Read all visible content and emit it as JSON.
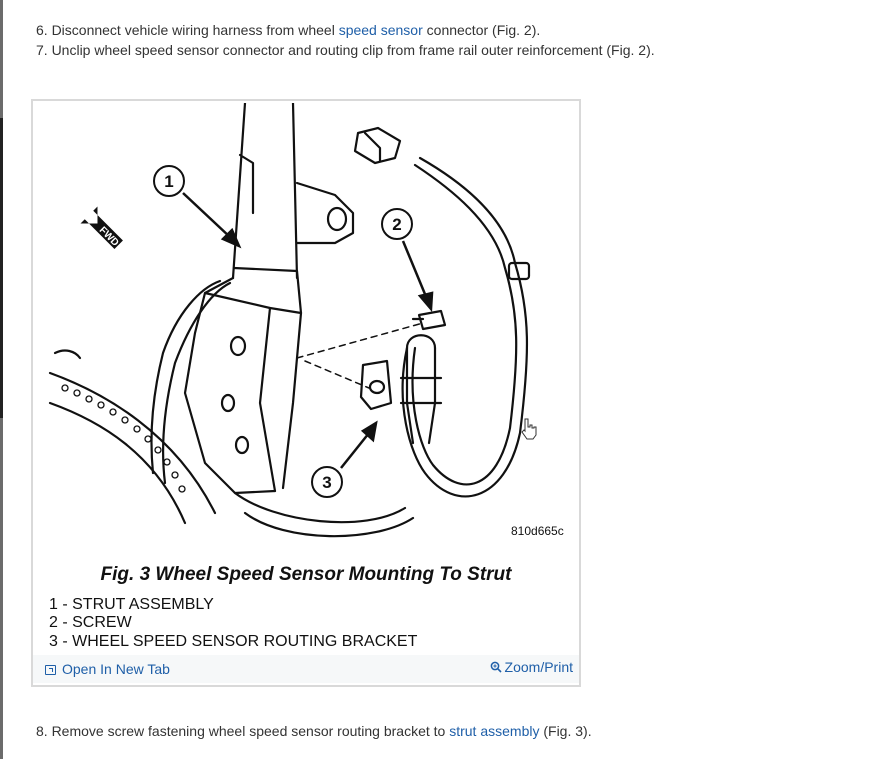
{
  "steps": {
    "s6": {
      "before": "6. Disconnect vehicle wiring harness from wheel ",
      "link": "speed sensor",
      "after": " connector (Fig. 2)."
    },
    "s7": {
      "text": "7. Unclip wheel speed sensor connector and routing clip from frame rail outer reinforcement (Fig. 2)."
    },
    "s8": {
      "before": "8. Remove screw fastening wheel speed sensor routing bracket to ",
      "link": "strut assembly",
      "after": " (Fig. 3)."
    }
  },
  "figure": {
    "callouts": [
      "1",
      "2",
      "3"
    ],
    "fwd_label": "FWD",
    "code": "810d665c",
    "title": "Fig. 3 Wheel Speed Sensor Mounting To Strut",
    "legend": [
      "1 - STRUT ASSEMBLY",
      "2 - SCREW",
      "3 - WHEEL SPEED SENSOR ROUTING BRACKET"
    ],
    "open_tab_label": "Open In New Tab",
    "zoom_label": "Zoom/Print"
  },
  "colors": {
    "link": "#1f5fa8",
    "text": "#333333",
    "border": "#d9d9d9"
  },
  "icons": [
    "open-tab-icon",
    "magnifier-icon",
    "hand-cursor-icon"
  ]
}
